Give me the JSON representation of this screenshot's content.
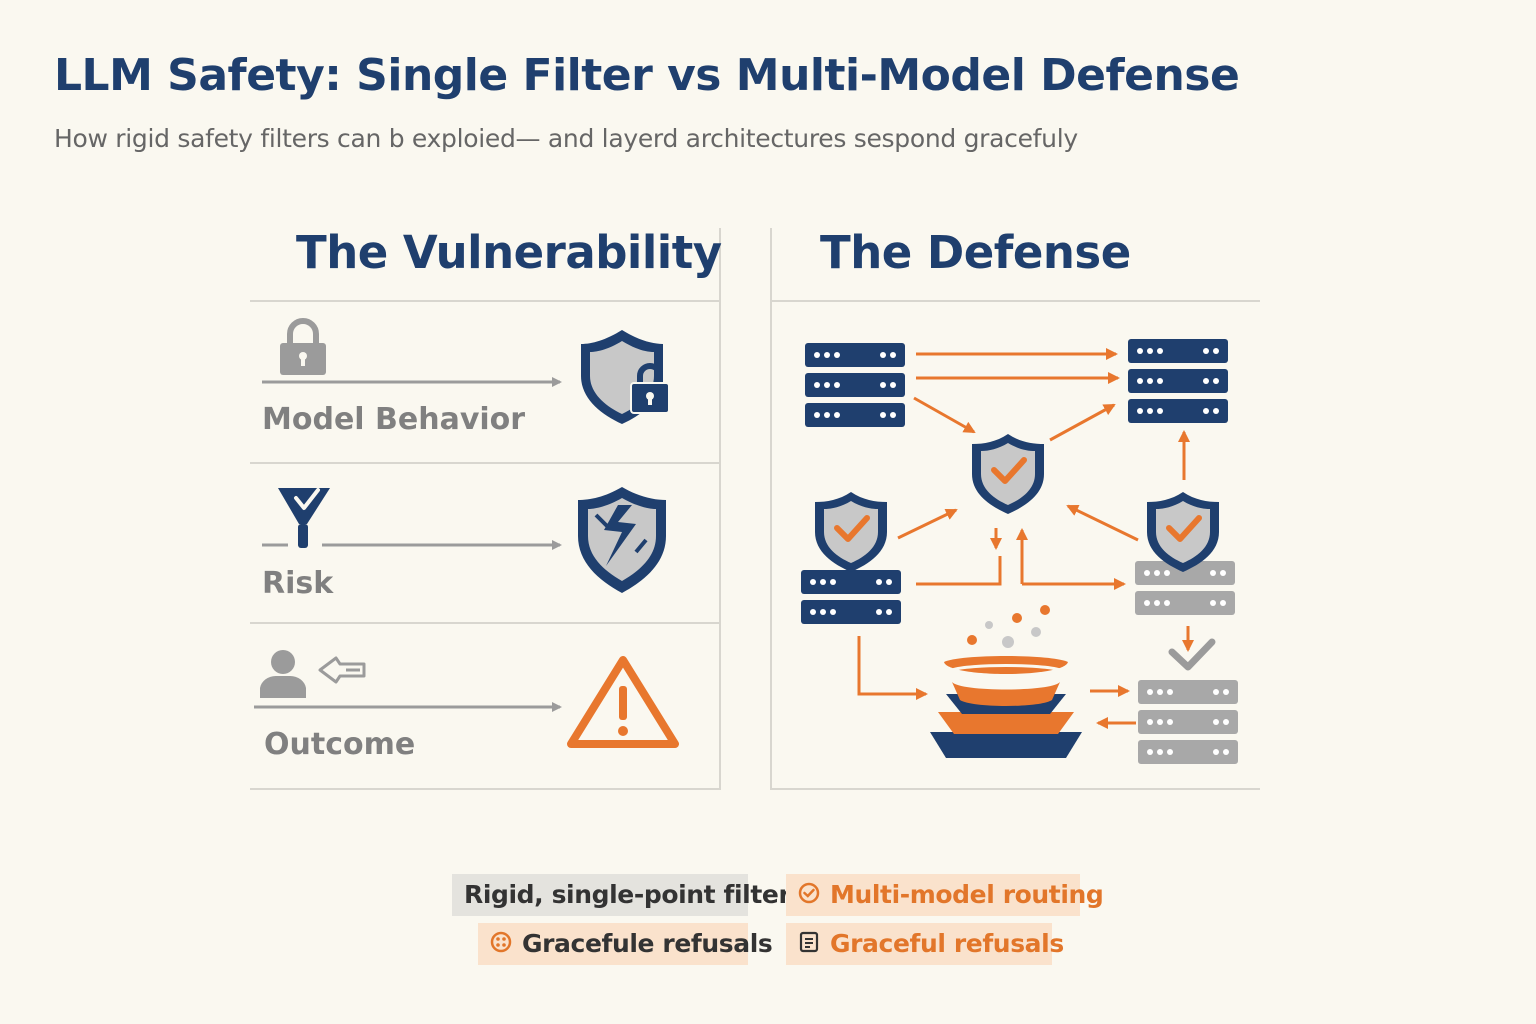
{
  "header": {
    "title": "LLM Safety: Single Filter vs Multi-Model Defense",
    "subtitle": "How rigid safety filters can b exploied— and layerd architectures sespond gracefuly"
  },
  "panels": {
    "vulnerability": {
      "title": "The Vulnerability",
      "rows": [
        {
          "label": "Model Behavior",
          "left_icon": "lock-icon",
          "right_icon": "shield-lock-icon"
        },
        {
          "label": "Risk",
          "left_icon": "filter-funnel-icon",
          "right_icon": "broken-shield-icon"
        },
        {
          "label": "Outcome",
          "left_icon": "user-icon",
          "right_icon": "warning-icon"
        }
      ]
    },
    "defense": {
      "title": "The Defense",
      "icons": [
        "server-stack-icon",
        "shield-check-icon",
        "layered-stack-icon",
        "checkmark-icon"
      ]
    }
  },
  "legend": {
    "rigid_filter": "Rigid, single-point filter",
    "multi_model": "Multi-model routing",
    "graceful_left": "Gracefule refusals",
    "graceful_right": "Graceful refusals"
  },
  "colors": {
    "navy": "#1f3f6e",
    "orange": "#e8772e",
    "gray": "#9b9b9b",
    "background": "#faf8f0"
  }
}
